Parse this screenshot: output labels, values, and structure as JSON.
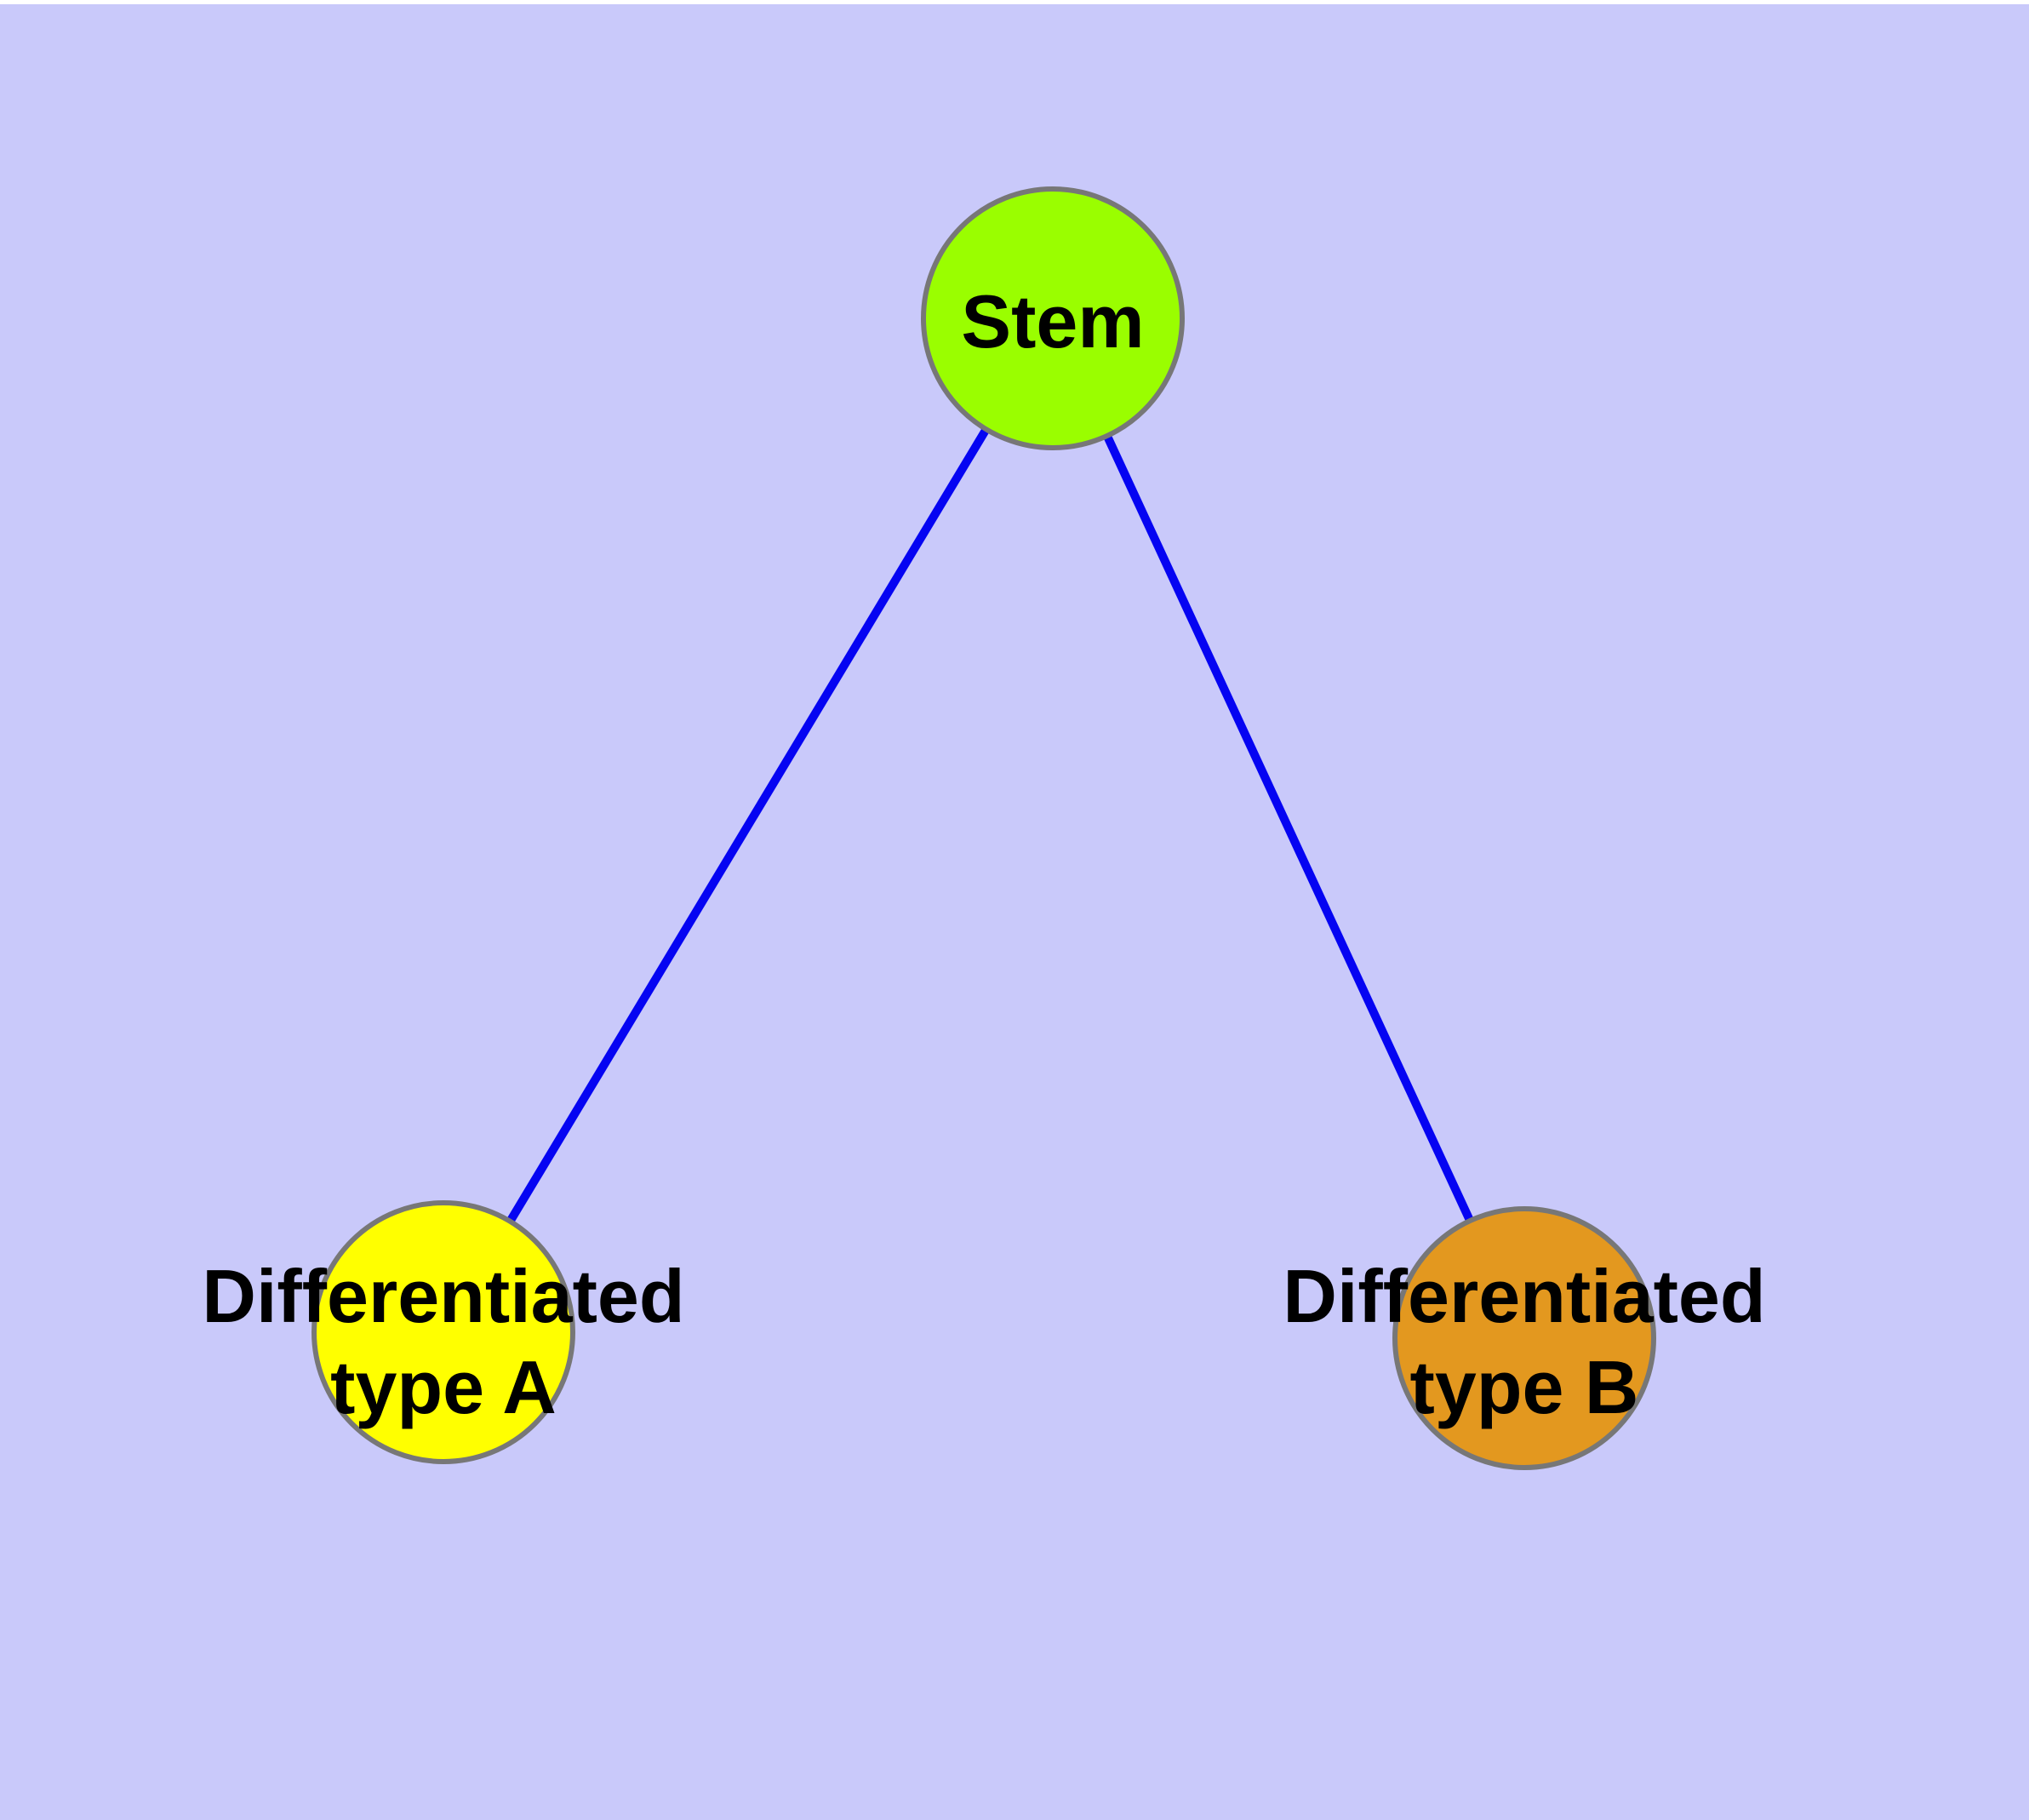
{
  "diagram": {
    "type": "graph",
    "background_color": "#c9c9fa",
    "top_strip_color": "#ffffff",
    "edge_color": "#0504f2",
    "node_border_color": "#777777",
    "label_color": "#000000",
    "nodes": [
      {
        "id": "stem",
        "label": "Stem",
        "lines": [
          "Stem",
          ""
        ],
        "color": "#9afe00"
      },
      {
        "id": "differentiated-type-a",
        "label": "Differentiated type A",
        "lines": [
          "Differentiated",
          "type A"
        ],
        "color": "#ffff00"
      },
      {
        "id": "differentiated-type-b",
        "label": "Differentiated type B",
        "lines": [
          "Differentiated",
          "type B"
        ],
        "color": "#e3981f"
      }
    ],
    "edges": [
      {
        "from": "Stem",
        "to": "Differentiated type A"
      },
      {
        "from": "Stem",
        "to": "Differentiated type B"
      }
    ]
  }
}
